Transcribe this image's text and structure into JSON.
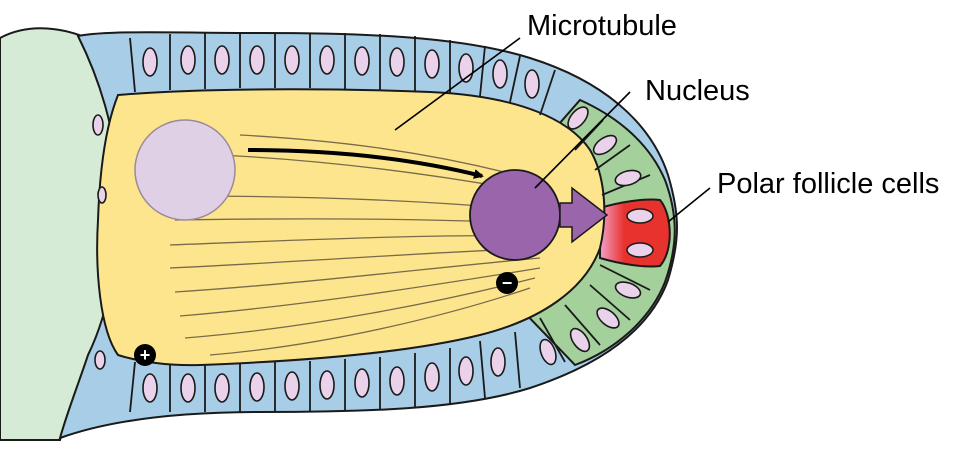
{
  "labels": {
    "microtubule": "Microtubule",
    "nucleus": "Nucleus",
    "polar_follicle_cells": "Polar follicle cells"
  },
  "symbols": {
    "plus": "+",
    "minus": "−"
  },
  "colors": {
    "background": "#ffffff",
    "cytoplasm": "#fde58e",
    "follicle_cell_blue": "#a8cde6",
    "follicle_cell_green": "#a3d09b",
    "polar_follicle_cell_red": "#e8322d",
    "nurse_cell": "#d6ebd6",
    "cell_nucleus_small": "#ead2ea",
    "oocyte_nucleus": "#9a65aa",
    "pale_nucleus": "#e0d0e6",
    "outline": "#1a1a1a"
  }
}
